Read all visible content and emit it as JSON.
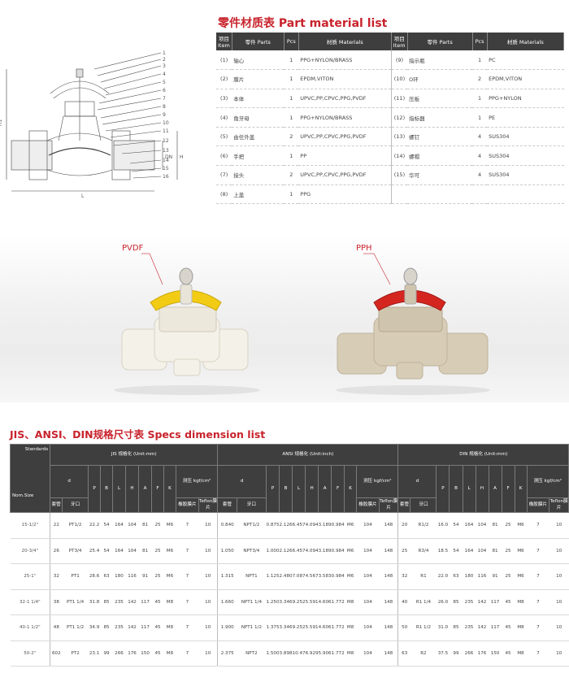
{
  "parts_section": {
    "title_cn": "零件材质表",
    "title_en": "Part material list",
    "headers": {
      "item": "项目 Item",
      "parts": "零件 Parts",
      "pcs": "Pcs",
      "materials": "材质 Materials"
    },
    "rows": [
      {
        "l_no": "(1)",
        "l_part": "轴心",
        "l_pcs": "1",
        "l_mat": "PPG+NYLON/BRASS",
        "r_no": "(9)",
        "r_part": "指示瓶",
        "r_pcs": "1",
        "r_mat": "PC"
      },
      {
        "l_no": "(2)",
        "l_part": "膜片",
        "l_pcs": "1",
        "l_mat": "EPDM,VITON",
        "r_no": "(10)",
        "r_part": "O环",
        "r_pcs": "2",
        "r_mat": "EPDM,VITON"
      },
      {
        "l_no": "(3)",
        "l_part": "本体",
        "l_pcs": "1",
        "l_mat": "UPVC,PP,CPVC,PPG,PVDF",
        "r_no": "(11)",
        "r_part": "压板",
        "r_pcs": "1",
        "r_mat": "PPG+NYLON"
      },
      {
        "l_no": "(4)",
        "l_part": "角牙母",
        "l_pcs": "1",
        "l_mat": "PPG+NYLON/BRASS",
        "r_no": "(12)",
        "r_part": "指标器",
        "r_pcs": "1",
        "r_mat": "PE"
      },
      {
        "l_no": "(5)",
        "l_part": "由任外盖",
        "l_pcs": "2",
        "l_mat": "UPVC,PP,CPVC,PPG,PVDF",
        "r_no": "(13)",
        "r_part": "螺钉",
        "r_pcs": "4",
        "r_mat": "SUS304"
      },
      {
        "l_no": "(6)",
        "l_part": "手把",
        "l_pcs": "1",
        "l_mat": "PP",
        "r_no": "(14)",
        "r_part": "螺帽",
        "r_pcs": "4",
        "r_mat": "SUS304"
      },
      {
        "l_no": "(7)",
        "l_part": "接头",
        "l_pcs": "2",
        "l_mat": "UPVC,PP,CPVC,PPG,PVDF",
        "r_no": "(15)",
        "r_part": "华可",
        "r_pcs": "4",
        "r_mat": "SUS304"
      },
      {
        "l_no": "(8)",
        "l_part": "上盖",
        "l_pcs": "1",
        "l_mat": "PPG",
        "r_no": "",
        "r_part": "",
        "r_pcs": "",
        "r_mat": ""
      }
    ]
  },
  "drawing": {
    "callouts": [
      "1",
      "2",
      "3",
      "4",
      "5",
      "6",
      "7",
      "8",
      "9",
      "10",
      "11",
      "12",
      "13",
      "14",
      "15",
      "16"
    ],
    "dims": {
      "h1": "H1",
      "l": "L",
      "h": "H",
      "dn": "DN"
    }
  },
  "products": {
    "left_label": "PVDF",
    "right_label": "PPH",
    "left_handle_color": "#f2cc14",
    "right_handle_color": "#d4261f",
    "left_body_color": "#f4f1e8",
    "right_body_color": "#d7ccb6"
  },
  "specs_section": {
    "title_cn": "JIS、ANSI、DIN规格尺寸表",
    "title_en": "Specs dimension list",
    "standards_label": "Standards",
    "nom_size_label": "Nom.Size",
    "group_jis": "JIS 规格化 (Unit:mm)",
    "group_ansi": "ANSI 规格化 (Unit:inch)",
    "group_din": "DIN 规格化 (Unit:mm)",
    "d_label": "d",
    "col_socket": "套管",
    "col_thread": "牙口",
    "col_p": "P",
    "col_b": "B",
    "col_l": "L",
    "col_h": "H",
    "col_a": "A",
    "col_f": "F",
    "col_k": "K",
    "test_pressure": "测压 kgf/cm²",
    "col_rubber": "橡胶膜片",
    "col_teflon": "Teflon膜片",
    "rows": [
      {
        "nom": "15-1/2\"",
        "jis": [
          "22",
          "PT1/2",
          "22.2",
          "54",
          "164",
          "104",
          "81",
          "25",
          "M6",
          "7",
          "10"
        ],
        "ansi": [
          "0.840",
          "NPT1/2",
          "0.875",
          "2.126",
          "6.457",
          "4.094",
          "3.189",
          "0.984",
          "M6",
          "104",
          "148"
        ],
        "din": [
          "20",
          "R1/2",
          "16.0",
          "54",
          "164",
          "104",
          "81",
          "25",
          "M6",
          "7",
          "10"
        ]
      },
      {
        "nom": "20-3/4\"",
        "jis": [
          "26",
          "PT3/4",
          "25.4",
          "54",
          "164",
          "104",
          "81",
          "25",
          "M6",
          "7",
          "10"
        ],
        "ansi": [
          "1.050",
          "NPT3/4",
          "1.000",
          "2.126",
          "6.457",
          "4.094",
          "3.189",
          "0.984",
          "M6",
          "104",
          "148"
        ],
        "din": [
          "25",
          "R3/4",
          "18.5",
          "54",
          "164",
          "104",
          "81",
          "25",
          "M6",
          "7",
          "10"
        ]
      },
      {
        "nom": "25-1\"",
        "jis": [
          "32",
          "PT1",
          "28.6",
          "63",
          "180",
          "116",
          "91",
          "25",
          "M6",
          "7",
          "10"
        ],
        "ansi": [
          "1.315",
          "NPT1",
          "1.125",
          "2.480",
          "7.087",
          "4.567",
          "3.583",
          "0.984",
          "M6",
          "104",
          "148"
        ],
        "din": [
          "32",
          "R1",
          "22.0",
          "63",
          "180",
          "116",
          "91",
          "25",
          "M6",
          "7",
          "10"
        ]
      },
      {
        "nom": "32-1 1/4\"",
        "jis": [
          "38",
          "PT1 1/4",
          "31.8",
          "85",
          "235",
          "142",
          "117",
          "45",
          "M8",
          "7",
          "10"
        ],
        "ansi": [
          "1.660",
          "NPT1 1/4",
          "1.250",
          "3.346",
          "9.252",
          "5.591",
          "4.606",
          "1.772",
          "M8",
          "104",
          "148"
        ],
        "din": [
          "40",
          "R1 1/4",
          "26.0",
          "85",
          "235",
          "142",
          "117",
          "45",
          "M8",
          "7",
          "10"
        ]
      },
      {
        "nom": "40-1 1/2\"",
        "jis": [
          "48",
          "PT1 1/2",
          "34.9",
          "85",
          "235",
          "142",
          "117",
          "45",
          "M8",
          "7",
          "10"
        ],
        "ansi": [
          "1.900",
          "NPT1 1/2",
          "1.375",
          "3.346",
          "9.252",
          "5.591",
          "4.606",
          "1.772",
          "M8",
          "104",
          "148"
        ],
        "din": [
          "50",
          "R1 1/2",
          "31.0",
          "85",
          "235",
          "142",
          "117",
          "45",
          "M8",
          "7",
          "10"
        ]
      },
      {
        "nom": "50-2\"",
        "jis": [
          "602",
          "PT2",
          "23.1",
          "99",
          "266",
          "176",
          "150",
          "45",
          "M8",
          "7",
          "10"
        ],
        "ansi": [
          "2.375",
          "NPT2",
          "1.500",
          "3.898",
          "10.472",
          "6.929",
          "5.906",
          "1.772",
          "M8",
          "104",
          "148"
        ],
        "din": [
          "63",
          "R2",
          "37.5",
          "99",
          "266",
          "176",
          "150",
          "45",
          "M8",
          "7",
          "10"
        ]
      }
    ]
  }
}
